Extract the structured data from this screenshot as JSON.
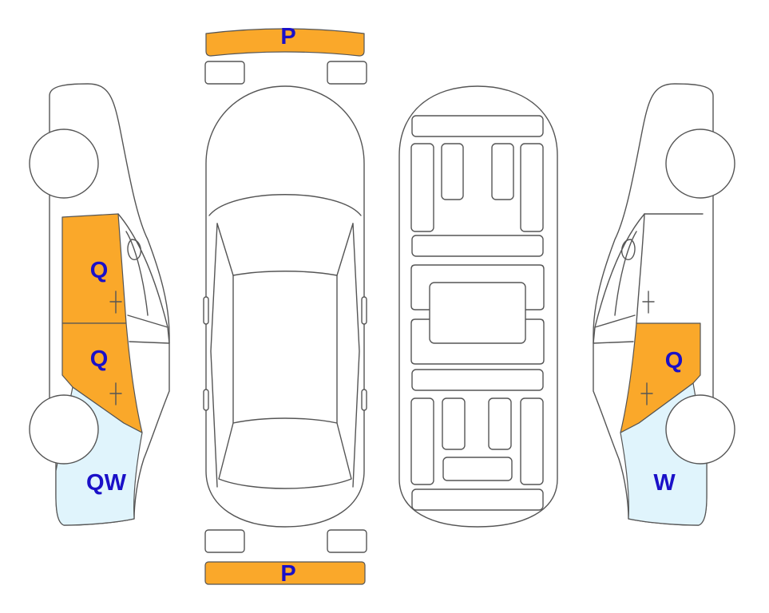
{
  "colors": {
    "painted": "#FAA82A",
    "scratched": "#E0F4FC",
    "label": "#1A10C8",
    "outline": "#555555"
  },
  "labels": {
    "front_bumper": "P",
    "rear_bumper": "P",
    "left_front_door": "Q",
    "left_rear_door": "Q",
    "left_rear_fender": "QW",
    "right_rear_door": "Q",
    "right_rear_fender": "W"
  }
}
